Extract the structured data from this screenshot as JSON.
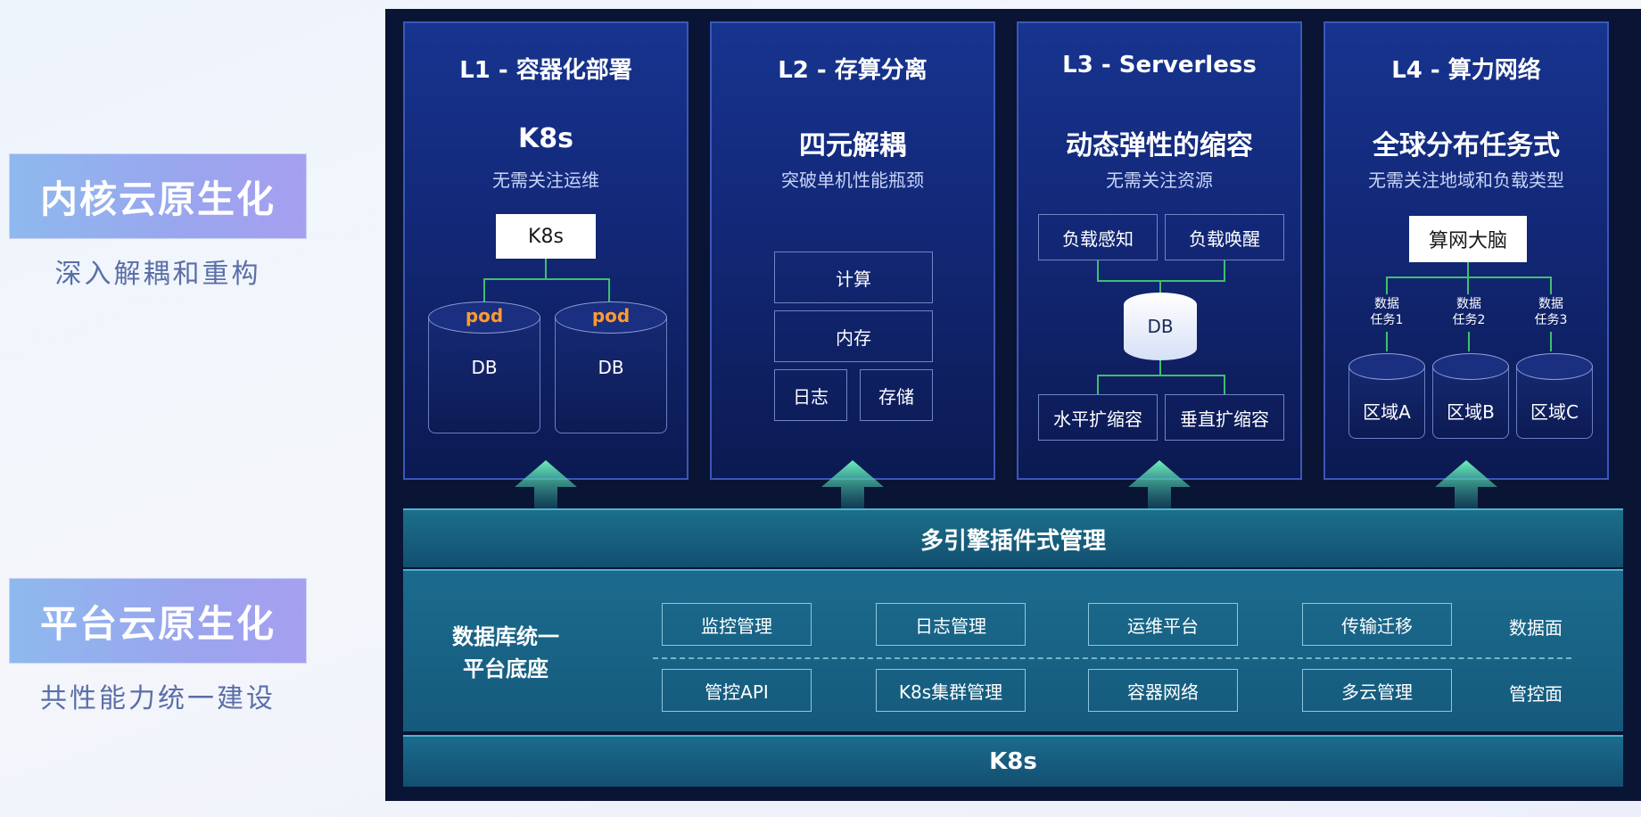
{
  "left": {
    "kernel": {
      "title": "内核云原生化",
      "subtitle": "深入解耦和重构"
    },
    "platform": {
      "title": "平台云原生化",
      "subtitle": "共性能力统一建设"
    }
  },
  "columns": [
    {
      "title": "L1 - 容器化部署",
      "main": "K8s",
      "sub": "无需关注运维",
      "top_box": "K8s",
      "pods": [
        {
          "pod": "pod",
          "db": "DB"
        },
        {
          "pod": "pod",
          "db": "DB"
        }
      ]
    },
    {
      "title": "L2 - 存算分离",
      "main": "四元解耦",
      "sub": "突破单机性能瓶颈",
      "boxes": {
        "compute": "计算",
        "memory": "内存",
        "log": "日志",
        "storage": "存储"
      }
    },
    {
      "title": "L3 - Serverless",
      "main": "动态弹性的缩容",
      "sub": "无需关注资源",
      "top_boxes": [
        "负载感知",
        "负载唤醒"
      ],
      "db": "DB",
      "bottom_boxes": [
        "水平扩缩容",
        "垂直扩缩容"
      ]
    },
    {
      "title": "L4 - 算力网络",
      "main": "全球分布任务式",
      "sub": "无需关注地域和负载类型",
      "top_box": "算网大脑",
      "tasks": [
        {
          "line1": "数据",
          "line2": "任务1",
          "region": "区域A"
        },
        {
          "line1": "数据",
          "line2": "任务2",
          "region": "区域B"
        },
        {
          "line1": "数据",
          "line2": "任务3",
          "region": "区域C"
        }
      ]
    }
  ],
  "engine_bar": "多引擎插件式管理",
  "base": {
    "title_line1": "数据库统一",
    "title_line2": "平台底座",
    "data_plane": {
      "label": "数据面",
      "items": [
        "监控管理",
        "日志管理",
        "运维平台",
        "传输迁移"
      ]
    },
    "control_plane": {
      "label": "管控面",
      "items": [
        "管控API",
        "K8s集群管理",
        "容器网络",
        "多云管理"
      ]
    }
  },
  "k8s_bar": "K8s",
  "colors": {
    "panel_bg": "#0a1434",
    "column_bg": "#17348f",
    "connector_green": "#3fbf6f",
    "pod_orange": "#ff9a2e",
    "teal_bar": "#1b6b8e",
    "label_gradient_start": "#8eb9ee",
    "label_gradient_end": "#a79ff0"
  }
}
